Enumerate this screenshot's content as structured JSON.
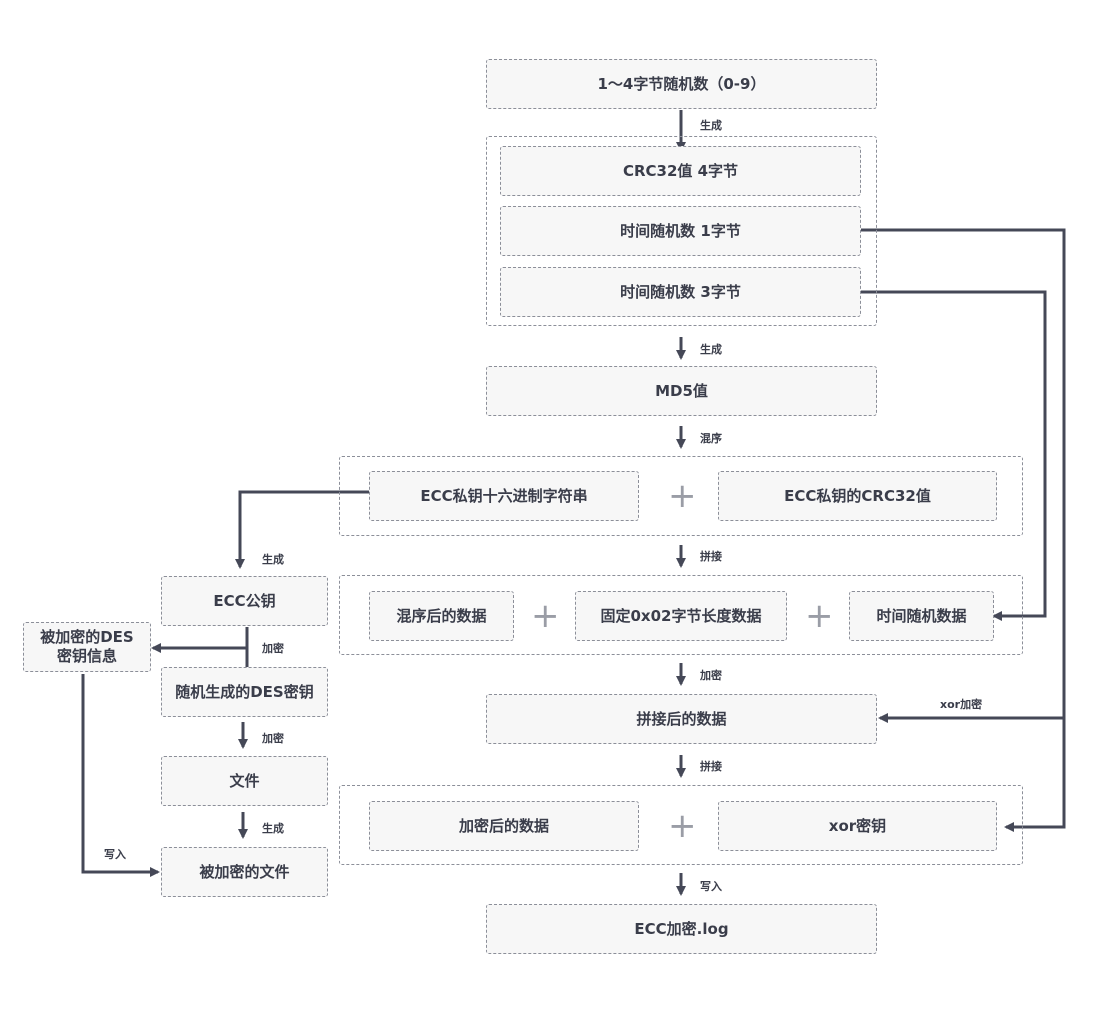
{
  "nodes": {
    "random_1_4": "1～4字节随机数（0-9）",
    "crc32_4": "CRC32值 4字节",
    "time_rand_1": "时间随机数 1字节",
    "time_rand_3": "时间随机数 3字节",
    "md5": "MD5值",
    "ecc_priv_hex": "ECC私钥十六进制字符串",
    "ecc_priv_crc": "ECC私钥的CRC32值",
    "mixed_data": "混序后的数据",
    "fixed_0x02": "固定0x02字节长度数据",
    "time_rand_data": "时间随机数据",
    "concat_data": "拼接后的数据",
    "encrypted_data": "加密后的数据",
    "xor_key": "xor密钥",
    "ecc_log": "ECC加密.log",
    "ecc_pub": "ECC公钥",
    "enc_des_info": "被加密的DES\n密钥信息",
    "des_key": "随机生成的DES密钥",
    "file": "文件",
    "enc_file": "被加密的文件"
  },
  "edge_labels": {
    "gen1": "生成",
    "gen2": "生成",
    "shuffle": "混序",
    "concat1": "拼接",
    "gen_pub": "生成",
    "enc_pub": "加密",
    "enc_main": "加密",
    "xor_enc": "xor加密",
    "concat2": "拼接",
    "enc_des": "加密",
    "write_log": "写入",
    "gen_file": "生成",
    "write_file": "写入"
  },
  "symbols": {
    "plus": "+"
  },
  "colors": {
    "line": "#454857",
    "border": "#8c8f99",
    "box_fill": "#f7f7f7",
    "plus": "#9a9da6"
  }
}
